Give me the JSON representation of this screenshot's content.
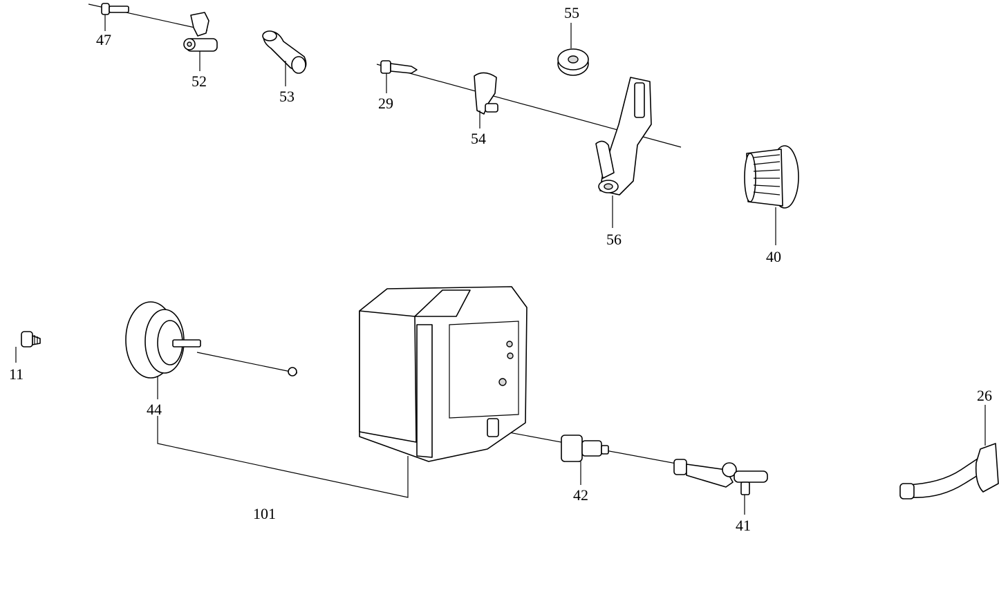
{
  "diagram": {
    "title": "Exploded parts view",
    "parts": [
      {
        "id": "47"
      },
      {
        "id": "52"
      },
      {
        "id": "53"
      },
      {
        "id": "55"
      },
      {
        "id": "29"
      },
      {
        "id": "54"
      },
      {
        "id": "56"
      },
      {
        "id": "40"
      },
      {
        "id": "11"
      },
      {
        "id": "44"
      },
      {
        "id": "101"
      },
      {
        "id": "42"
      },
      {
        "id": "41"
      },
      {
        "id": "26"
      }
    ]
  }
}
